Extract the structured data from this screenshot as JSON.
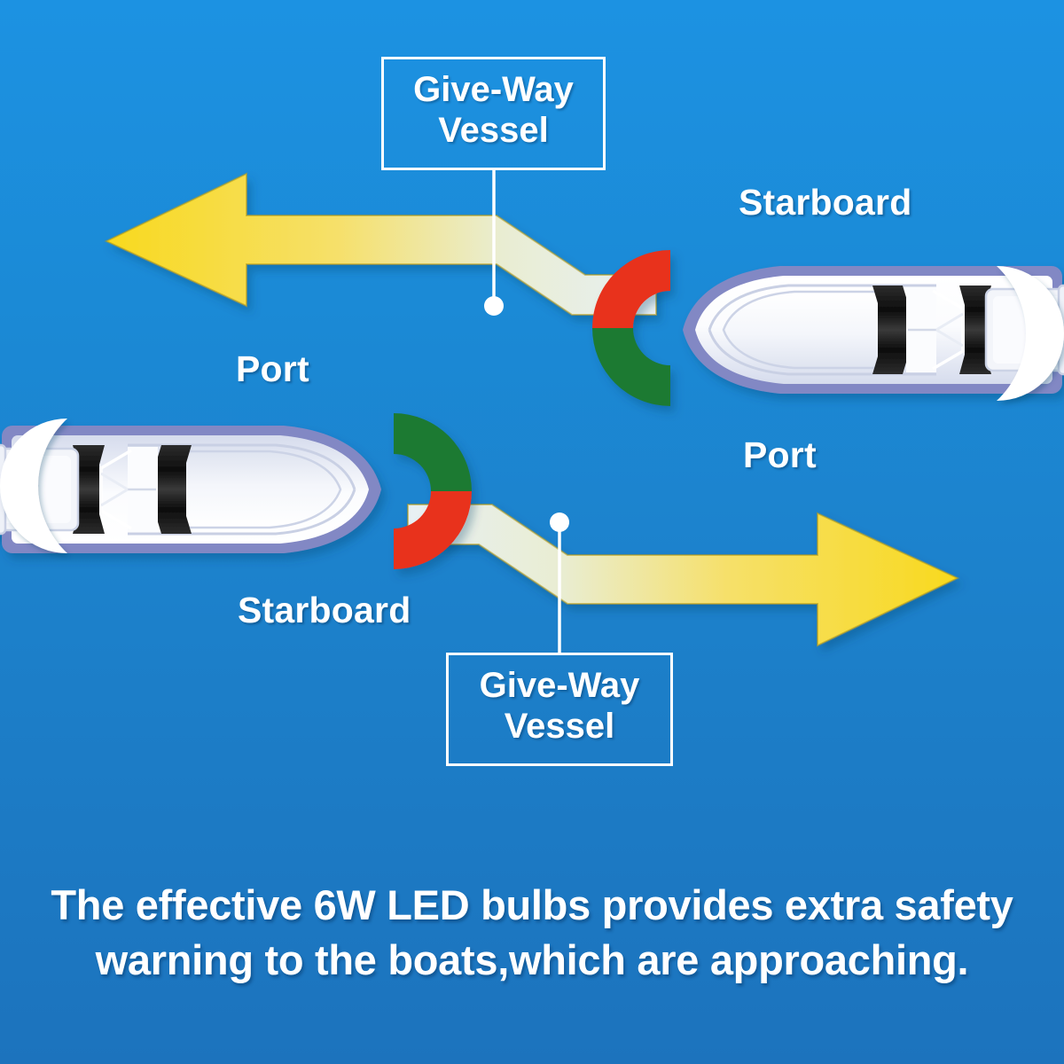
{
  "scene": {
    "background_top": "#1c92e2",
    "background_bottom": "#1c73bd",
    "arrow_color": "#f8d91e",
    "arrow_outline": "#b79a12",
    "hull_outline": "#8288c4",
    "hull_fill": "#ffffff",
    "port_light_color": "#e8301a",
    "starboard_light_color": "#1f7a33",
    "stern_light_color": "#ffffff",
    "callout_border_color": "#ffffff",
    "text_color": "#ffffff"
  },
  "callouts": [
    {
      "id": "give-way-top",
      "line1": "Give-Way",
      "line2": "Vessel"
    },
    {
      "id": "give-way-bottom",
      "line1": "Give-Way",
      "line2": "Vessel"
    }
  ],
  "labels": {
    "top_boat_starboard": "Starboard",
    "top_boat_port": "Port",
    "bottom_boat_port": "Port",
    "bottom_boat_starboard": "Starboard"
  },
  "caption": {
    "line1": "The effective 6W LED bulbs provides extra safety",
    "line2": "warning to the boats,which are approaching."
  }
}
